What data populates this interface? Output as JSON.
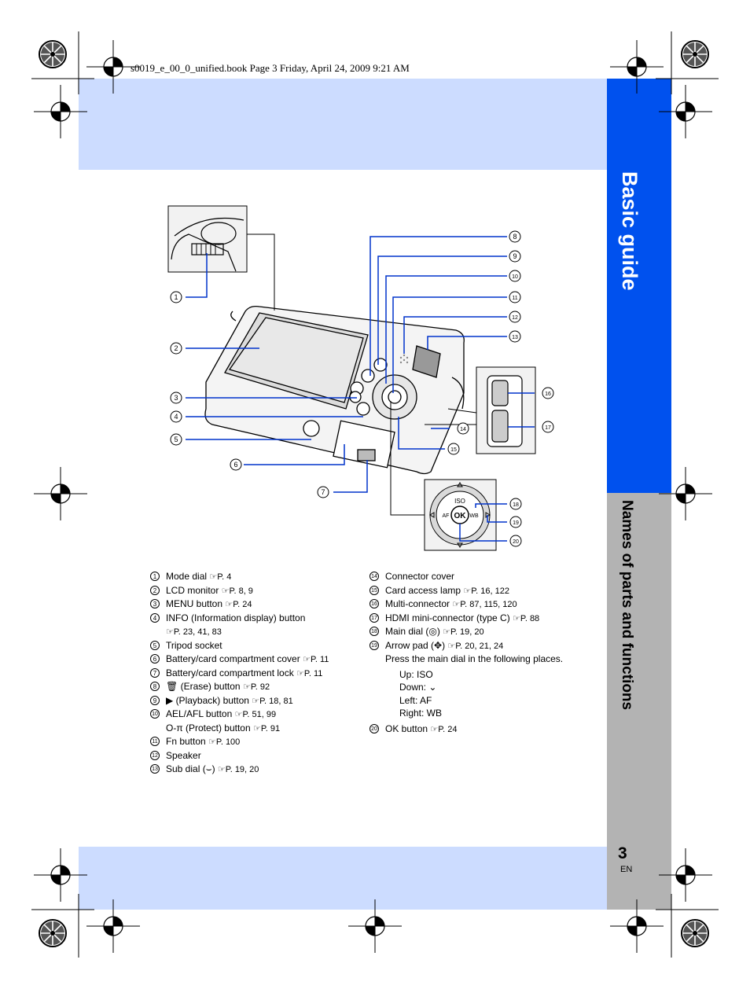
{
  "header": {
    "book_info": "s0019_e_00_0_unified.book  Page 3  Friday, April 24, 2009  9:21 AM"
  },
  "side_tabs": {
    "section": "Basic guide",
    "chapter": "Names of parts and functions"
  },
  "page": {
    "number": "3",
    "language": "EN"
  },
  "colors": {
    "tab_blue": "#0051ee",
    "band_light_blue": "#ccdcff",
    "tab_gray": "#b3b3b3",
    "callout_blue": "#0033cc"
  },
  "diagram_callouts": [
    "1",
    "2",
    "3",
    "4",
    "5",
    "6",
    "7",
    "8",
    "9",
    "10",
    "11",
    "12",
    "13",
    "14",
    "15",
    "16",
    "17",
    "18",
    "19",
    "20"
  ],
  "dial_labels": {
    "ok": "OK",
    "iso": "ISO",
    "wb": "WB",
    "af": "AF"
  },
  "parts_left": [
    {
      "n": "1",
      "text": "Mode dial ",
      "ref": "☞P. 4"
    },
    {
      "n": "2",
      "text": "LCD monitor ",
      "ref": "☞P. 8, 9"
    },
    {
      "n": "3",
      "text": "MENU button ",
      "ref": "☞P. 24"
    },
    {
      "n": "4",
      "text": "INFO (Information display) button",
      "ref": ""
    },
    {
      "n": "",
      "text": "",
      "ref": "☞P. 23, 41, 83"
    },
    {
      "n": "5",
      "text": "Tripod socket",
      "ref": ""
    },
    {
      "n": "6",
      "text": "Battery/card compartment cover ",
      "ref": "☞P. 11"
    },
    {
      "n": "7",
      "text": "Battery/card compartment lock ",
      "ref": "☞P. 11"
    },
    {
      "n": "8",
      "text": "🗑 (Erase) button ",
      "ref": "☞P. 92"
    },
    {
      "n": "9",
      "text": "▶ (Playback) button ",
      "ref": "☞P. 18, 81"
    },
    {
      "n": "10",
      "text": "AEL/AFL button ",
      "ref": "☞P. 51, 99"
    },
    {
      "n": "",
      "text": "O-π (Protect) button ",
      "ref": "☞P. 91"
    },
    {
      "n": "11",
      "text": "Fn button ",
      "ref": "☞P. 100"
    },
    {
      "n": "12",
      "text": "Speaker",
      "ref": ""
    },
    {
      "n": "13",
      "text": "Sub dial (⌣) ",
      "ref": "☞P. 19, 20"
    }
  ],
  "parts_right": [
    {
      "n": "14",
      "text": "Connector cover",
      "ref": ""
    },
    {
      "n": "15",
      "text": "Card access lamp ",
      "ref": "☞P. 16, 122"
    },
    {
      "n": "16",
      "text": "Multi-connector ",
      "ref": "☞P. 87, 115, 120"
    },
    {
      "n": "17",
      "text": "HDMI mini-connector (type C) ",
      "ref": "☞P. 88"
    },
    {
      "n": "18",
      "text": "Main dial (◎) ",
      "ref": "☞P. 19, 20"
    },
    {
      "n": "19",
      "text": "Arrow pad (✥) ",
      "ref": "☞P. 20, 21, 24"
    }
  ],
  "arrow_pad_note": "Press the main dial in the following places.",
  "arrow_pad_positions": [
    "Up: ISO",
    "Down: ⌄",
    "Left: AF",
    "Right: WB"
  ],
  "part_20": {
    "n": "20",
    "text": "OK button ",
    "ref": "☞P. 24"
  }
}
